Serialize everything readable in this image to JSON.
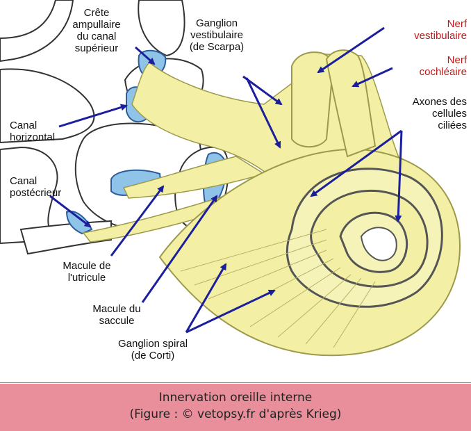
{
  "labels": {
    "crete": [
      "Crête",
      "ampullaire",
      "du canal",
      "supérieur"
    ],
    "ganglion_vestibulaire": [
      "Ganglion",
      "vestibulaire",
      "(de Scarpa)"
    ],
    "nerf_vestibulaire": [
      "Nerf",
      "vestibulaire"
    ],
    "nerf_cochleaire": [
      "Nerf",
      "cochléaire"
    ],
    "axones": [
      "Axones des",
      "cellules",
      "ciliées"
    ],
    "canal_horizontal": [
      "Canal",
      "horizontal"
    ],
    "canal_posterieur": [
      "Canal",
      "postécrieur"
    ],
    "macule_utricule": [
      "Macule de",
      "l'utricule"
    ],
    "macule_saccule": [
      "Macule du",
      "saccule"
    ],
    "ganglion_spiral": [
      "Ganglion spiral",
      "(de Corti)"
    ]
  },
  "caption": {
    "line1": "Innervation oreille interne",
    "line2": "(Figure : © vetopsy.fr d'après Krieg)"
  },
  "colors": {
    "nerve": "#f3f0a6",
    "nerve_outline": "#9c9a4a",
    "arrow": "#1c1f9c",
    "macula_blue": "#8fc3e8",
    "red_label": "#c01818",
    "caption_bg": "#e98f9c"
  }
}
